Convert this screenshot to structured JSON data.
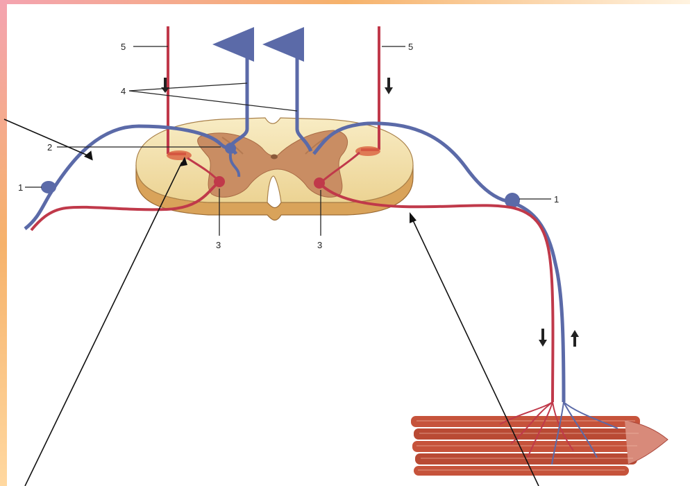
{
  "labels": {
    "ganglion_left": "1",
    "ganglion_right": "1",
    "sensory_fiber": "2",
    "motor_neuron_left": "3",
    "motor_neuron_right": "3",
    "ascending_tracts": "4",
    "descending_left": "5",
    "descending_right": "5"
  },
  "colors": {
    "slide_border_top": "#f6b26b",
    "slide_border_left": "#f4a3b0",
    "sensory": "#5b6aa8",
    "motor": "#c0394a",
    "cord_white_matter": "#f3e1a8",
    "cord_grey_matter": "#c98d63",
    "muscle": "#c6533b"
  }
}
